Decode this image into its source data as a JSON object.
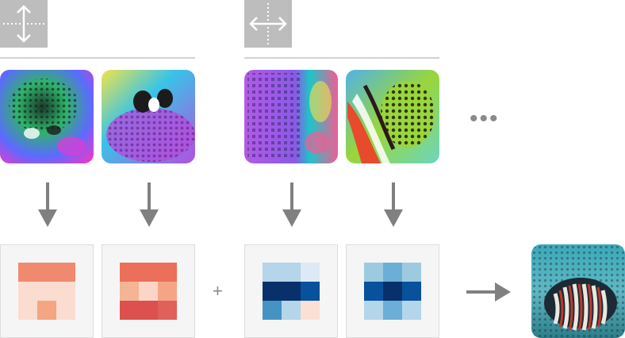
{
  "icons": {
    "group_a": "vertical-arrows-icon",
    "group_b": "horizontal-arrows-icon"
  },
  "feature_images": [
    {
      "id": "a1",
      "palette": [
        "#2fb36a",
        "#e23bd0",
        "#5b6bff",
        "#1a3a2a"
      ]
    },
    {
      "id": "a2",
      "palette": [
        "#f3e34a",
        "#b24fe0",
        "#38c4e8",
        "#1b1b1b"
      ]
    },
    {
      "id": "b1",
      "palette": [
        "#b35ae6",
        "#1ec5c8",
        "#f05e93",
        "#3b2a6e"
      ]
    },
    {
      "id": "b2",
      "palette": [
        "#9ad63a",
        "#e84a2c",
        "#2c1a1a",
        "#4fb3e6"
      ]
    }
  ],
  "matrices": [
    {
      "id": "m1",
      "colors": [
        "#ef8a6e",
        "#ef8a6e",
        "#ef8a6e",
        "#fbdcd0",
        "#fbdcd0",
        "#fbdcd0",
        "#fbdcd0",
        "#f4a582",
        "#fbdcd0"
      ]
    },
    {
      "id": "m2",
      "colors": [
        "#eb6f5a",
        "#eb6f5a",
        "#eb6f5a",
        "#f5b496",
        "#fbd6c6",
        "#f5a585",
        "#dd5050",
        "#dd5050",
        "#e0605a"
      ]
    },
    {
      "id": "m3",
      "colors": [
        "#b4d5ea",
        "#b4d5ea",
        "#ddeaf5",
        "#08306b",
        "#08306b",
        "#08519c",
        "#4393c3",
        "#b4d5ea",
        "#fbe0d4"
      ]
    },
    {
      "id": "m4",
      "colors": [
        "#9ecae1",
        "#6baed6",
        "#9ecae1",
        "#08519c",
        "#08306b",
        "#08519c",
        "#b4d5ea",
        "#6baed6",
        "#b4d5ea"
      ]
    }
  ],
  "operators": {
    "plus": "+",
    "ellipsis": "•••"
  },
  "colors": {
    "icon_bg": "#bdbdbd",
    "arrow": "#808080",
    "rule": "#d3d3d3",
    "panel_bg": "#f5f5f5"
  },
  "result_image": {
    "palette": [
      "#3aa9b8",
      "#e8e8e0",
      "#c0392b",
      "#1c2a35"
    ]
  }
}
